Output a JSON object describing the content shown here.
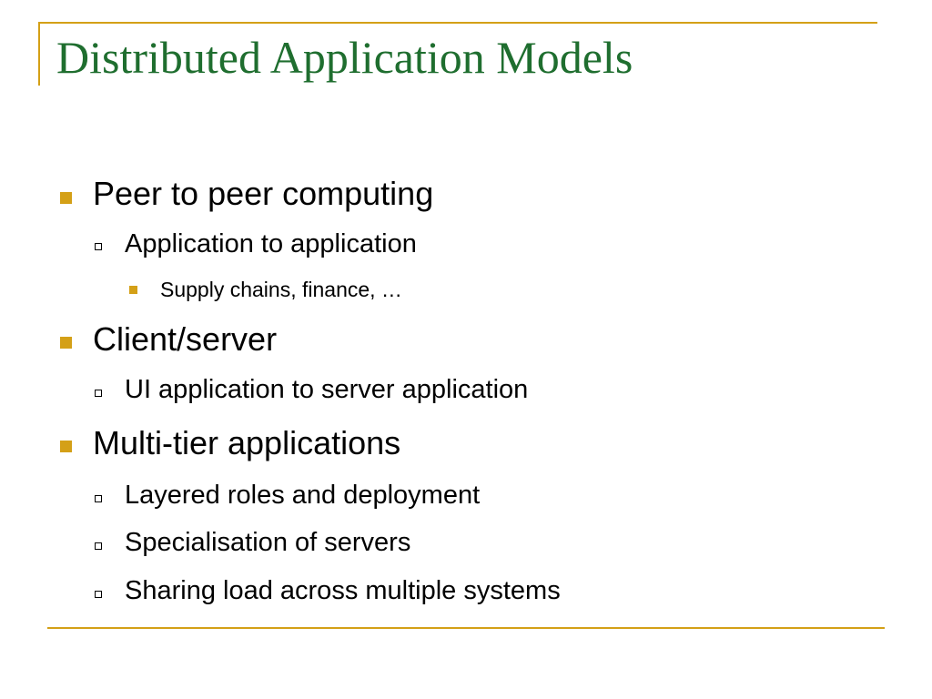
{
  "slide": {
    "title": "Distributed Application Models",
    "colors": {
      "title": "#1f6e2f",
      "frame": "#d4a017",
      "bullet": "#d4a017",
      "text": "#000000"
    },
    "bullets": [
      {
        "level": 1,
        "text": "Peer to peer computing"
      },
      {
        "level": 2,
        "text": "Application to application"
      },
      {
        "level": 3,
        "text": "Supply chains, finance, …"
      },
      {
        "level": 1,
        "text": "Client/server"
      },
      {
        "level": 2,
        "text": "UI application to server application"
      },
      {
        "level": 1,
        "text": "Multi-tier applications"
      },
      {
        "level": 2,
        "text": "Layered roles and deployment"
      },
      {
        "level": 2,
        "text": "Specialisation of servers"
      },
      {
        "level": 2,
        "text": "Sharing load across multiple systems"
      }
    ]
  }
}
